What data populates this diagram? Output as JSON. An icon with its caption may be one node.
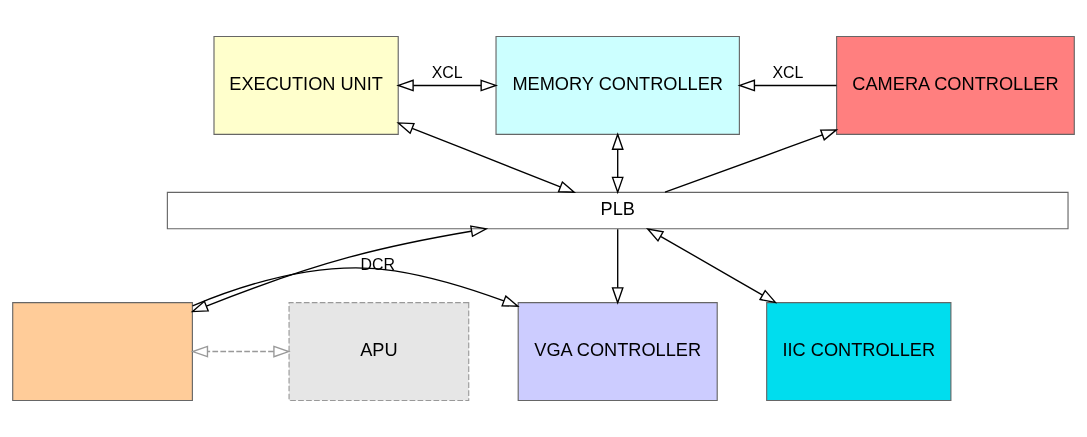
{
  "diagram": {
    "nodes": [
      {
        "text": [
          "EXECUTION UNIT"
        ]
      },
      {
        "text": [
          "MEMORY CONTROLLER"
        ]
      },
      {
        "text": [
          "CAMERA CONTROLLER"
        ]
      },
      {
        "text": [
          "PLB"
        ]
      },
      {
        "text": [
          "APU"
        ]
      },
      {
        "text": [],
        "shape": "box"
      },
      {
        "text": [
          "VGA CONTROLLER"
        ]
      },
      {
        "text": [
          "IIC CONTROLLER"
        ]
      }
    ],
    "edges": [
      {
        "from": 0,
        "to": 1,
        "arrow": "both",
        "label": "XCL"
      },
      {
        "from": 2,
        "to": 1,
        "arrow": "to",
        "label": "XCL"
      },
      {
        "from": 0,
        "to": 3,
        "arrow": "both"
      },
      {
        "from": 1,
        "to": 3,
        "arrow": "both"
      },
      {
        "from": 3,
        "to": 2,
        "arrow": "to"
      },
      {
        "from": 3,
        "to": 5,
        "arrow": "both"
      },
      {
        "from": 3,
        "to": 6,
        "arrow": "to"
      },
      {
        "from": 3,
        "to": 7,
        "arrow": "both"
      },
      {
        "from": 4,
        "to": 5,
        "arrow": "both",
        "style": "dashed",
        "color": "#999999"
      },
      {
        "from": 5,
        "to": 6,
        "arrow": "to",
        "label": "DCR"
      }
    ]
  }
}
